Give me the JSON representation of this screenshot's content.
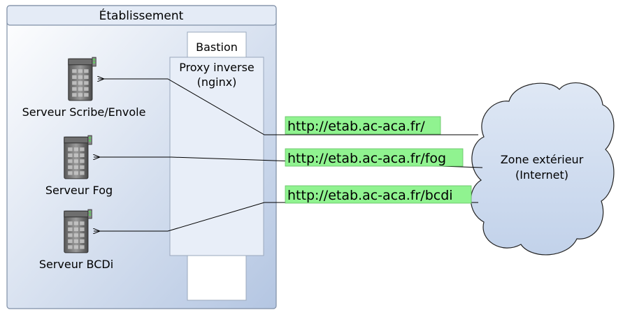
{
  "establishment": {
    "title": "Établissement"
  },
  "bastion": {
    "title": "Bastion"
  },
  "proxy": {
    "line1": "Proxy inverse",
    "line2": "(nginx)"
  },
  "servers": [
    {
      "label": "Serveur Scribe/Envole",
      "icon": "server-icon"
    },
    {
      "label": "Serveur Fog",
      "icon": "server-icon"
    },
    {
      "label": "Serveur BCDi",
      "icon": "server-icon"
    }
  ],
  "urls": [
    "http://etab.ac-aca.fr/",
    "http://etab.ac-aca.fr/fog",
    "http://etab.ac-aca.fr/bcdi"
  ],
  "cloud": {
    "line1": "Zone extérieur",
    "line2": "(Internet)"
  },
  "colors": {
    "zone_fill": "#c5d4ea",
    "zone_stroke": "#7f8fa6",
    "proxy_fill": "#e8eef8",
    "url_fill": "#90f390",
    "cloud_fill": "#cfdcef"
  }
}
